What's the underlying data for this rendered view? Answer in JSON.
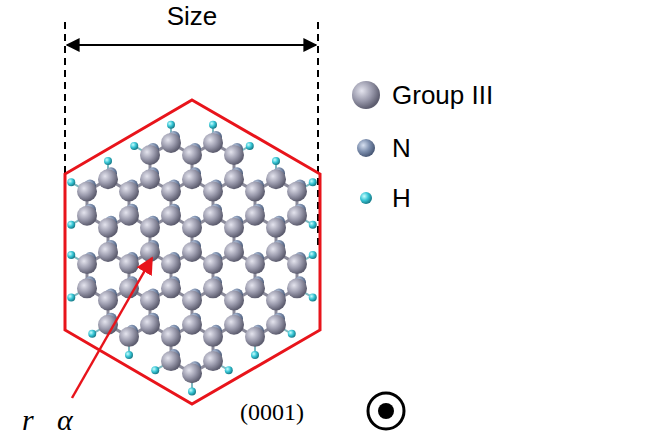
{
  "diagram": {
    "labels": [
      "Size",
      "r⃗α",
      "(0001)"
    ],
    "legend": [
      {
        "text": "Group III"
      },
      {
        "text": "N"
      },
      {
        "text": "H"
      }
    ]
  }
}
